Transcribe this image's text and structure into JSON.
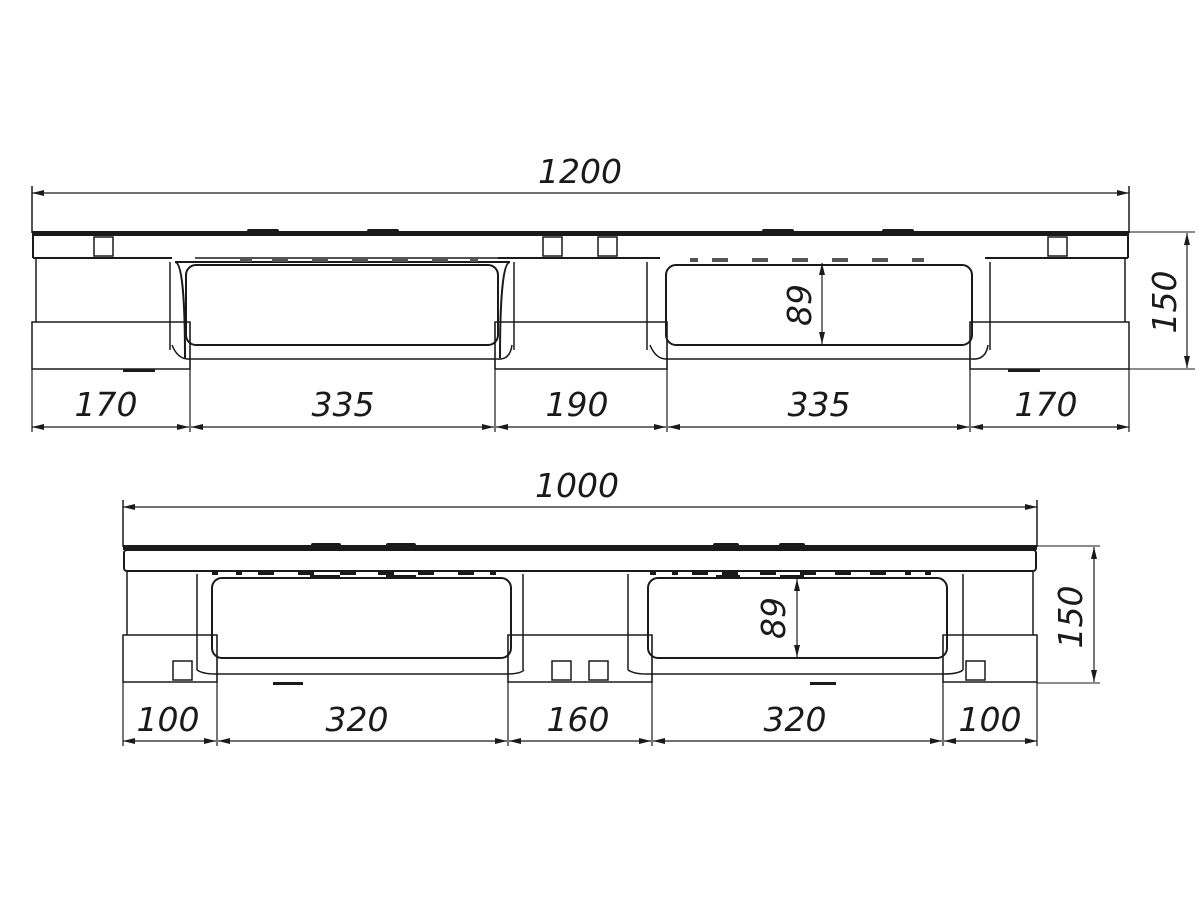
{
  "drawing": {
    "type": "pallet side elevation technical drawing",
    "line_color": "#1a1a1a",
    "background": "#ffffff"
  },
  "views": [
    {
      "name": "long-side-view",
      "overall_length": "1200",
      "height": "150",
      "opening_height": "89",
      "segments": [
        "170",
        "335",
        "190",
        "335",
        "170"
      ]
    },
    {
      "name": "short-side-view",
      "overall_length": "1000",
      "height": "150",
      "opening_height": "89",
      "segments": [
        "100",
        "320",
        "160",
        "320",
        "100"
      ]
    }
  ]
}
